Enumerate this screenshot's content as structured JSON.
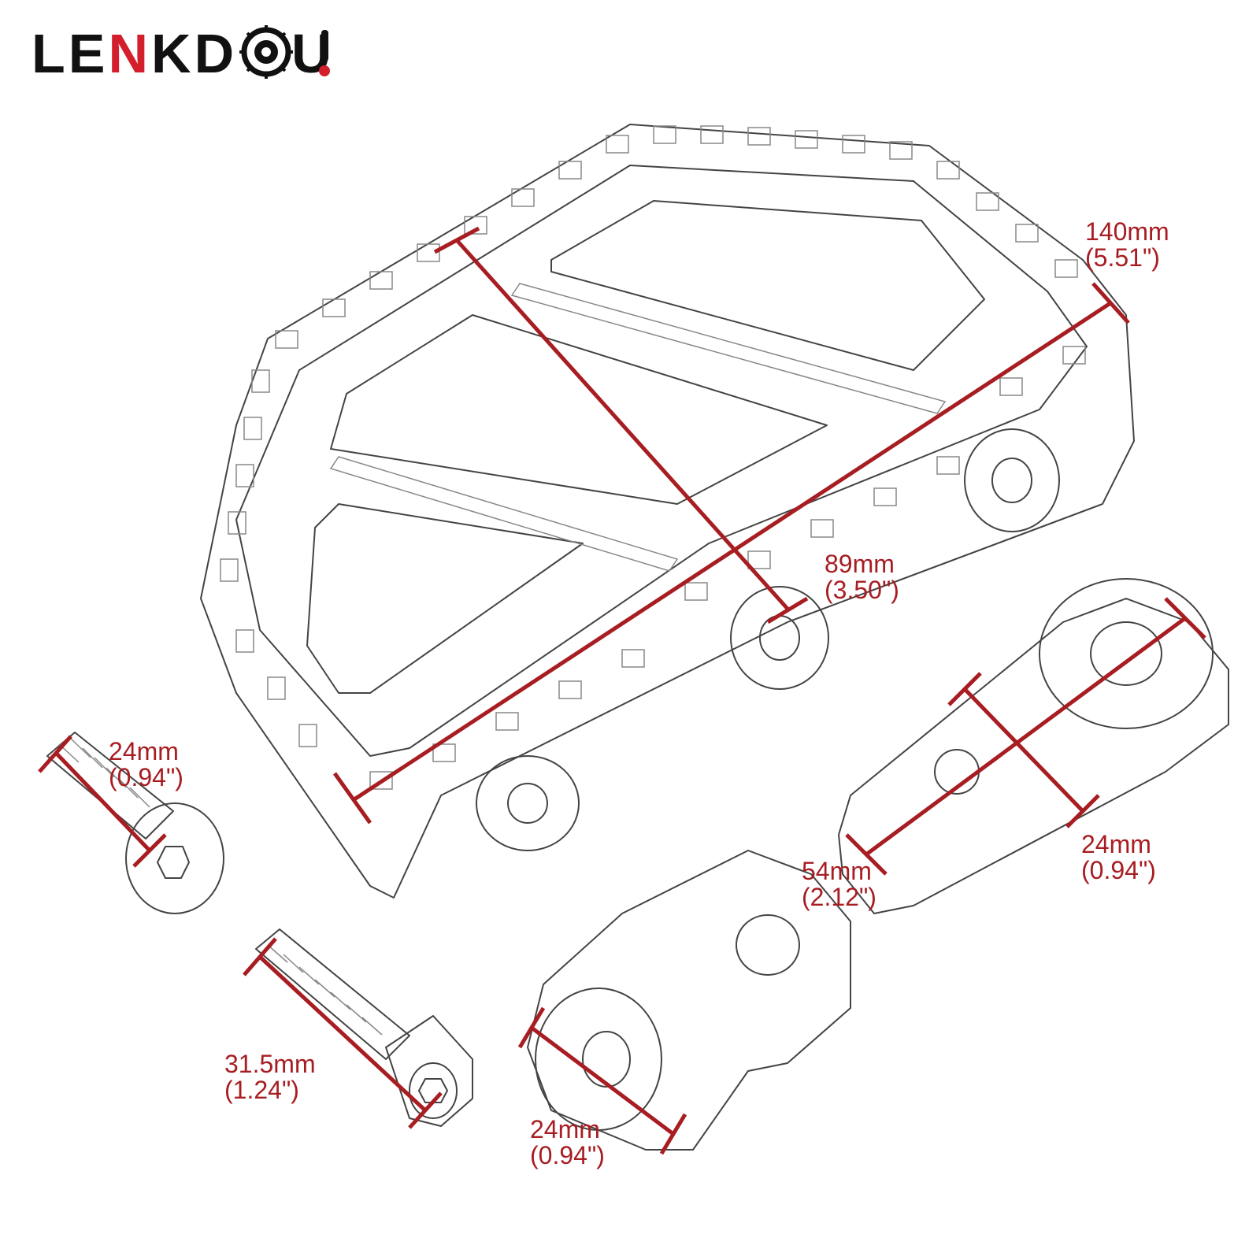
{
  "brand": {
    "name": "LENKDOU!",
    "letters": [
      "L",
      "E",
      "N",
      "K",
      "D",
      "",
      "U",
      "!"
    ],
    "colors": {
      "text": "#111111",
      "accent": "#d21f2b"
    }
  },
  "dimension_color": "#a71d22",
  "dimensions": [
    {
      "id": "pedal-length",
      "metric": "140mm",
      "imperial": "(5.51\")"
    },
    {
      "id": "pedal-width",
      "metric": "89mm",
      "imperial": "(3.50\")"
    },
    {
      "id": "bolt-short-length",
      "metric": "24mm",
      "imperial": "(0.94\")"
    },
    {
      "id": "arm-length",
      "metric": "54mm",
      "imperial": "(2.12\")"
    },
    {
      "id": "arm-width",
      "metric": "24mm",
      "imperial": "(0.94\")"
    },
    {
      "id": "bolt-long-length",
      "metric": "31.5mm",
      "imperial": "(1.24\")"
    },
    {
      "id": "mount-diameter",
      "metric": "24mm",
      "imperial": "(0.94\")"
    }
  ]
}
